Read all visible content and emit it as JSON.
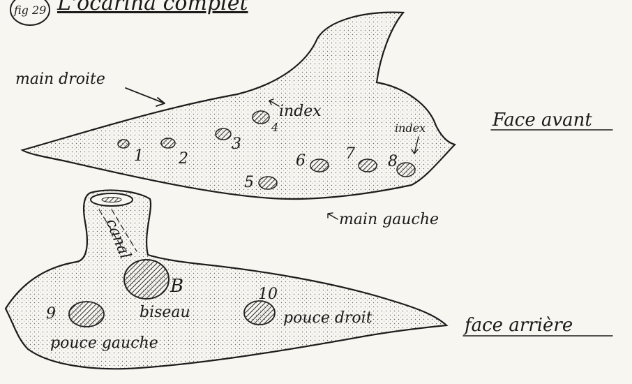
{
  "figure": {
    "number_label": "fig 29",
    "title": "L'ocarina complet",
    "labels": {
      "main_droite": "main droite",
      "main_gauche": "main gauche",
      "face_avant": "Face avant",
      "face_arriere": "face arrière",
      "index_top": "index",
      "index_right": "index",
      "canal": "canal",
      "biseau": "biseau",
      "pouce_droit": "pouce droit",
      "pouce_gauche": "pouce gauche"
    },
    "front_holes": [
      "1",
      "2",
      "3",
      "4",
      "5",
      "6",
      "7",
      "8"
    ],
    "back_holes": [
      "9",
      "10",
      "B"
    ]
  },
  "colors": {
    "ink": "#1c1c1c",
    "paper": "#f7f6f1",
    "shade": "#555555"
  }
}
